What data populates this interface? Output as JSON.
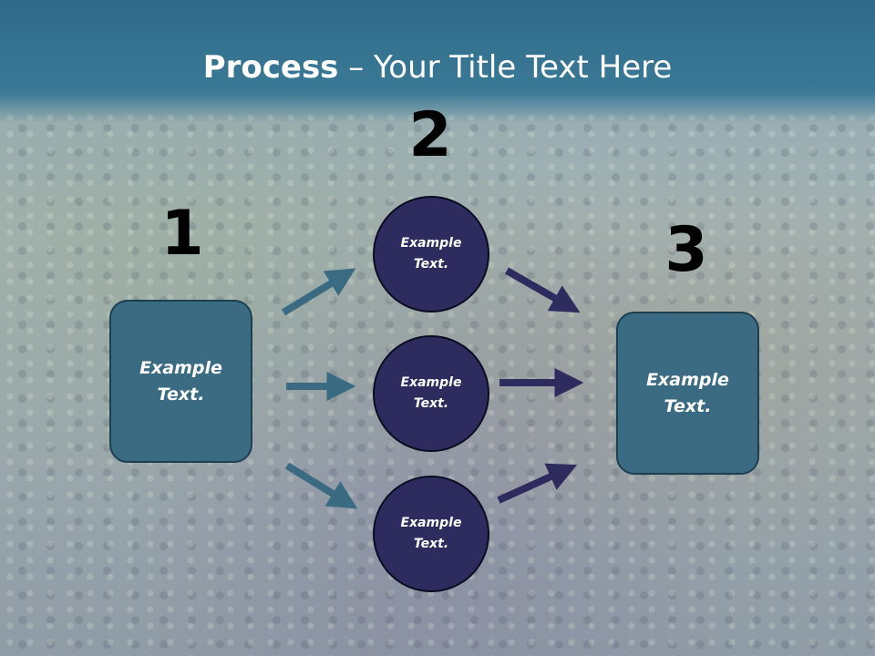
{
  "title": {
    "bold": "Process",
    "rest": " – Your Title Text Here"
  },
  "steps": [
    {
      "number": "1",
      "label": "Example\nText."
    },
    {
      "number": "2",
      "circles": [
        "Example\nText.",
        "Example\nText.",
        "Example\nText."
      ]
    },
    {
      "number": "3",
      "label": "Example\nText."
    }
  ],
  "colors": {
    "title_band": "#3a7996",
    "box_fill": "#3b6b82",
    "circle_fill": "#2e2c5e",
    "arrow_left": "#3b6b82",
    "arrow_right": "#2e2c5e"
  }
}
